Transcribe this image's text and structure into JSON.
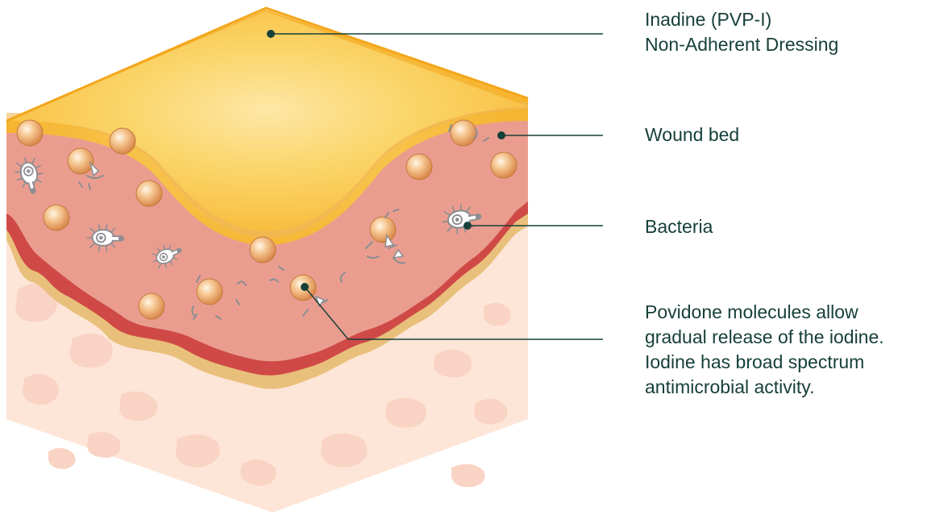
{
  "labels": {
    "dressing": [
      "Inadine (PVP-I)",
      "Non-Adherent Dressing"
    ],
    "wound_bed": "Wound bed",
    "bacteria": "Bacteria",
    "povidone": [
      "Povidone molecules allow",
      "gradual release of the iodine.",
      "Iodine has broad spectrum",
      "antimicrobial activity."
    ]
  },
  "colors": {
    "dressing": "#f6b022",
    "wound_bed": "#ea9d8f",
    "blood_layer": "#cf4a47",
    "fat_layer": "#e9c07b",
    "skin": "#fde6d8",
    "cells": "#f7d2c2",
    "leader_lines": "#17403a",
    "label_text": "#17403a"
  }
}
